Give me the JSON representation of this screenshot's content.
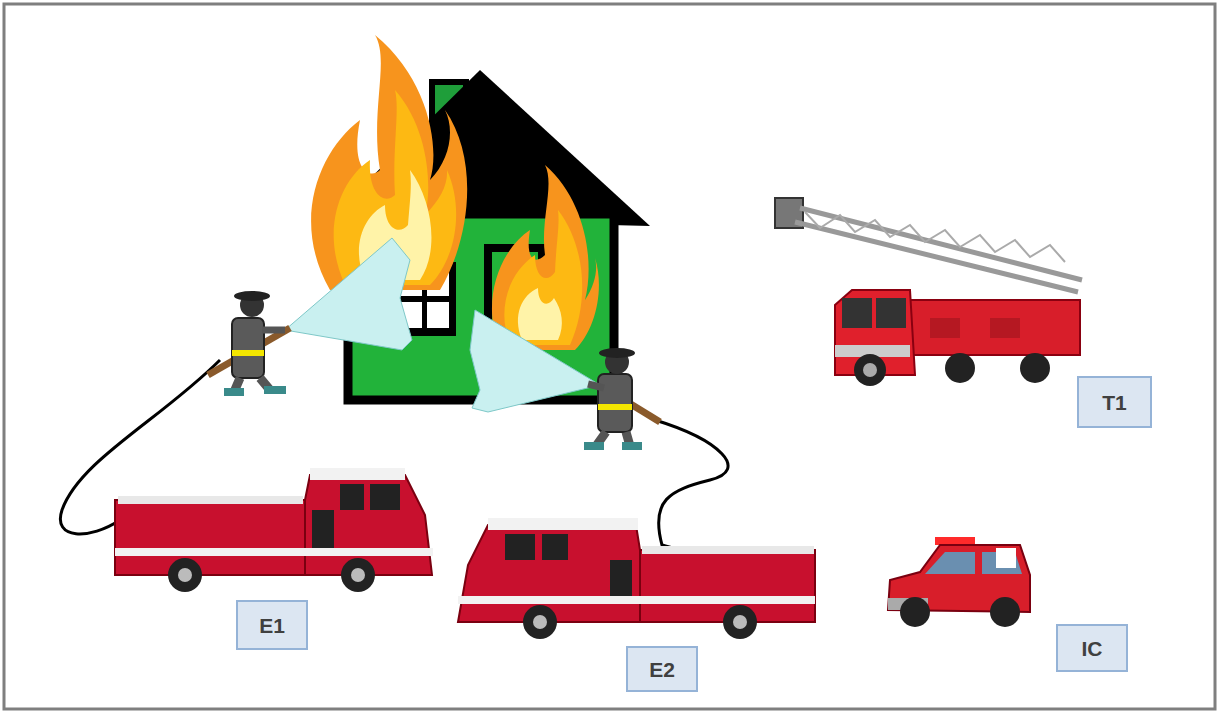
{
  "diagram": {
    "nodes": [
      {
        "text": [
          "T1"
        ]
      },
      {
        "text": [
          "E1"
        ]
      },
      {
        "text": [
          "E2"
        ]
      },
      {
        "text": [
          "IC"
        ]
      }
    ]
  }
}
